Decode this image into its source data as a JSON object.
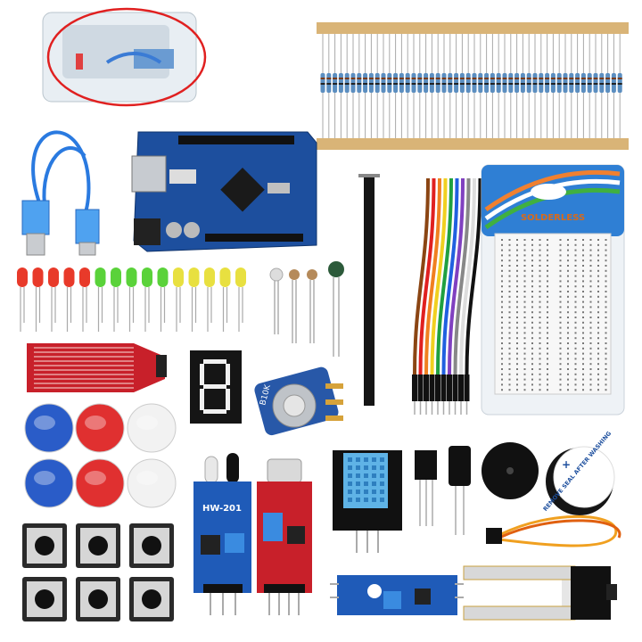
{
  "labels": {
    "ir_sensor": "HW-201",
    "potentiometer": "B10K",
    "buzzer_seal": "REMOVE SEAL AFTER WASHING",
    "breadboard_pack": "SOLDERLESS"
  },
  "colors": {
    "board_blue": "#1d4f9e",
    "module_red": "#c8202a",
    "highlight_circle": "#e02020",
    "resistor_tape": "#d9b477"
  }
}
